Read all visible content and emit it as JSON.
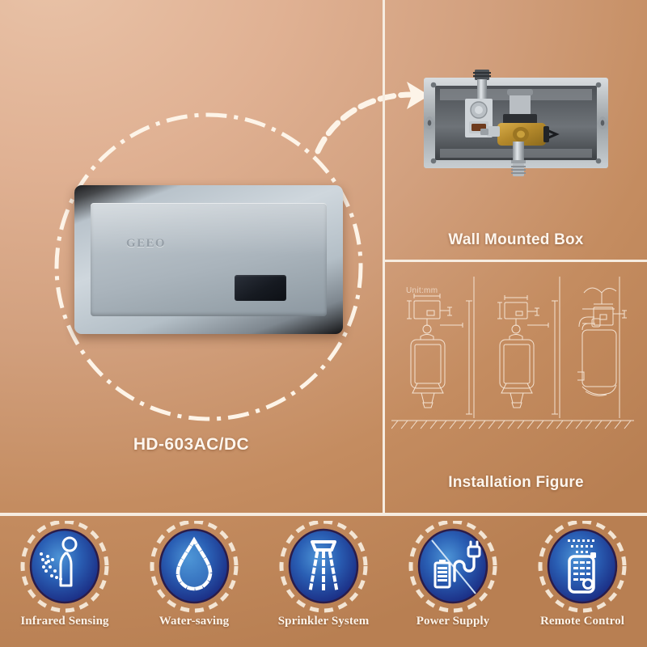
{
  "theme": {
    "background_light": "#e9c3a8",
    "background_dark": "#b87f52",
    "divider": "#f6ece0",
    "text_cream": "#fdf6ee",
    "badge_blue_center": "#3a7fc4",
    "badge_blue_edge": "#1b2f7a",
    "badge_ring": "#f3e5d4"
  },
  "product_panel": {
    "brand": "GEEO",
    "model": "HD-603AC/DC",
    "highlight_shape": "dash-dot-circle",
    "callout_arrow": "curved-dashed-arrow"
  },
  "wall_box_panel": {
    "title": "Wall Mounted Box",
    "components": [
      "stainless-steel-enclosure",
      "brass-solenoid-valve",
      "inline-filter",
      "inlet-fitting",
      "outlet-fitting"
    ]
  },
  "installation_panel": {
    "title": "Installation Figure",
    "unit_note": "Unit:mm",
    "diagram_count": 3,
    "views": [
      "front-view-flush-valve",
      "front-view-flush-valve",
      "side-view-flush-valve"
    ]
  },
  "features": [
    {
      "label": "Infrared Sensing",
      "icon": "infrared-person-icon"
    },
    {
      "label": "Water-saving",
      "icon": "water-droplet-icon"
    },
    {
      "label": "Sprinkler System",
      "icon": "sprinkler-head-icon"
    },
    {
      "label": "Power Supply",
      "icon": "battery-plug-icon"
    },
    {
      "label": "Remote Control",
      "icon": "remote-control-icon"
    }
  ]
}
